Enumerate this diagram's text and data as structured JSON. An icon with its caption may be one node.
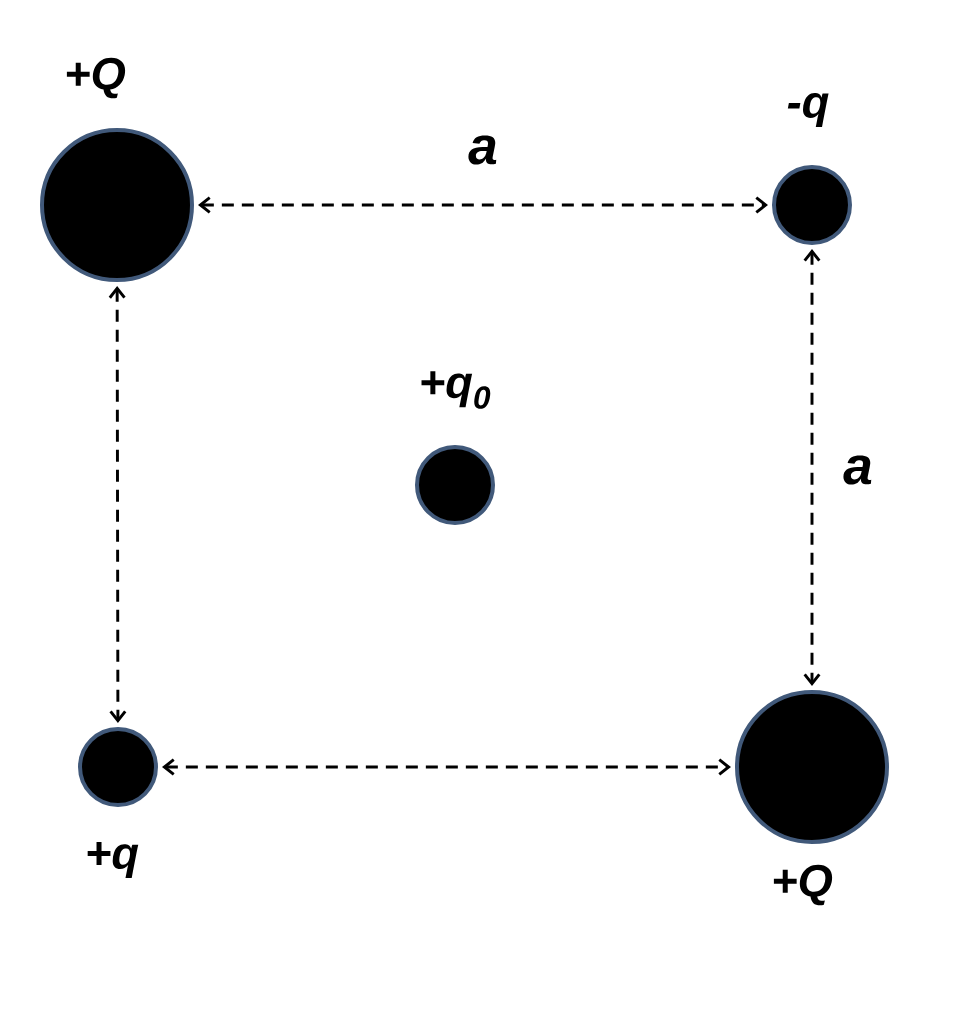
{
  "diagram": {
    "nodes": [
      {
        "text": [
          "+Q"
        ]
      },
      {
        "text": [
          "-q"
        ]
      },
      {
        "text": [
          "+q$_{0}$"
        ]
      },
      {
        "text": [
          "+q"
        ]
      },
      {
        "text": [
          "+Q"
        ]
      }
    ],
    "edges": [
      {
        "from": 0,
        "to": 1,
        "arrow": "both",
        "style": "dashed",
        "label": "a"
      },
      {
        "from": 1,
        "to": 4,
        "arrow": "both",
        "style": "dashed",
        "label": "a"
      },
      {
        "from": 0,
        "to": 3,
        "arrow": "both",
        "style": "dashed"
      },
      {
        "from": 3,
        "to": 4,
        "arrow": "both",
        "style": "dashed"
      }
    ]
  }
}
